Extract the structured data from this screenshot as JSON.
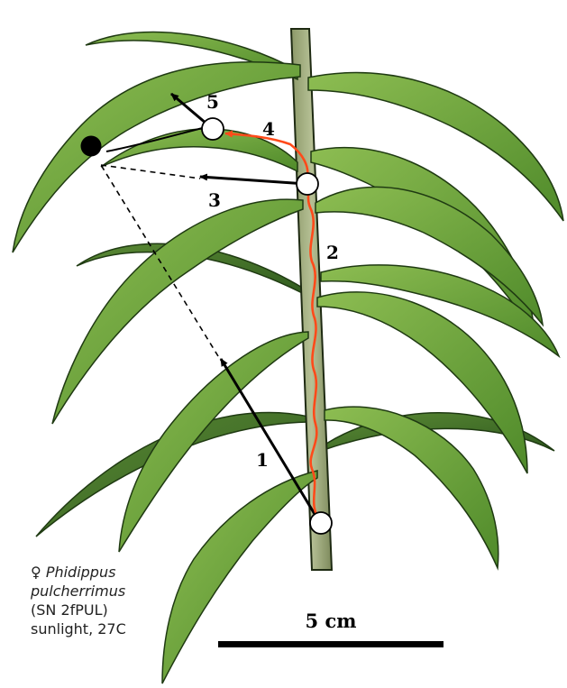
{
  "figure": {
    "caption": {
      "symbol": "♀",
      "genus": "Phidippus",
      "species": "pulcherrimus",
      "specimen": "(SN 2fPUL)",
      "conditions": "sunlight, 27C"
    },
    "scale_bar": {
      "label": "5 cm"
    },
    "steps": [
      "1",
      "2",
      "3",
      "4",
      "5"
    ]
  },
  "colors": {
    "leaf": "#6fa33a",
    "leaf_dark": "#3f6b22",
    "stem": "#9aa777",
    "path": "#ff4a1a",
    "arrow": "#000000"
  }
}
